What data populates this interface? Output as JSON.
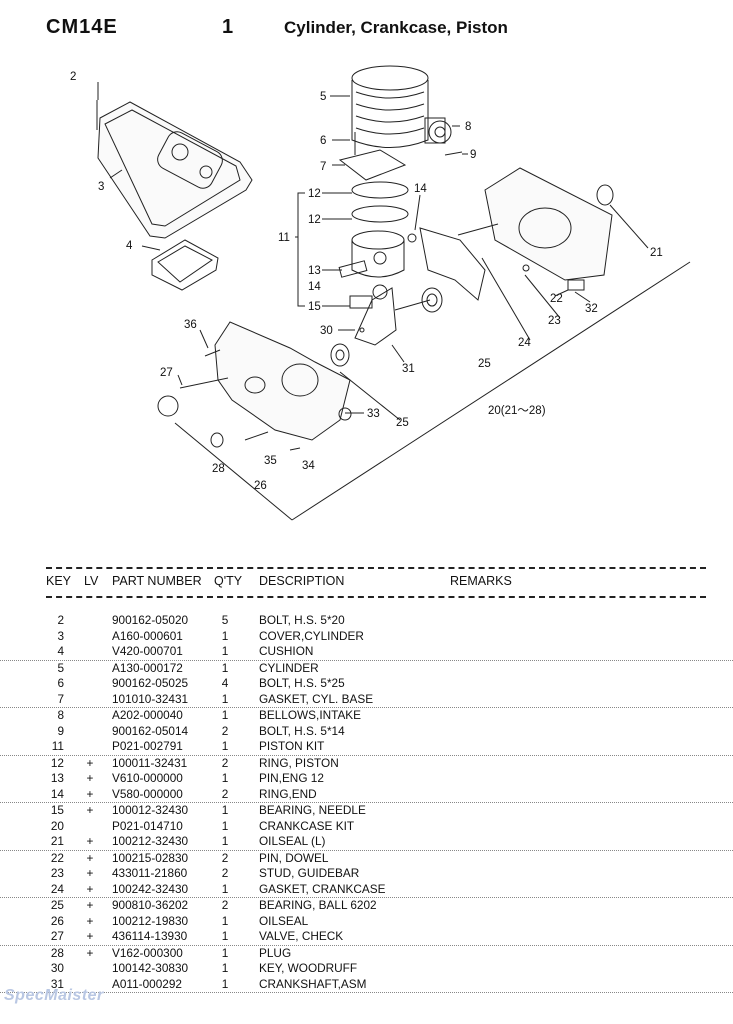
{
  "header": {
    "model": "CM14E",
    "section_number": "1",
    "section_title": "Cylinder, Crankcase, Piston"
  },
  "diagram": {
    "callouts": [
      "2",
      "3",
      "4",
      "5",
      "6",
      "7",
      "8",
      "9",
      "11",
      "12",
      "12",
      "13",
      "14",
      "14",
      "15",
      "21",
      "22",
      "32",
      "23",
      "24",
      "36",
      "30",
      "31",
      "25",
      "27",
      "33",
      "25",
      "20(21～28)",
      "28",
      "35",
      "34",
      "26"
    ]
  },
  "columns": {
    "key": "KEY",
    "lv": "LV",
    "part_number": "PART NUMBER",
    "qty": "Q'TY",
    "description": "DESCRIPTION",
    "remarks": "REMARKS"
  },
  "parts": [
    {
      "key": "2",
      "lv": "",
      "part": "900162-05020",
      "qty": "5",
      "desc": "BOLT, H.S.  5*20"
    },
    {
      "key": "3",
      "lv": "",
      "part": "A160-000601",
      "qty": "1",
      "desc": "COVER,CYLINDER"
    },
    {
      "key": "4",
      "lv": "",
      "part": "V420-000701",
      "qty": "1",
      "desc": "CUSHION"
    },
    {
      "key": "5",
      "lv": "",
      "part": "A130-000172",
      "qty": "1",
      "desc": "CYLINDER"
    },
    {
      "key": "6",
      "lv": "",
      "part": "900162-05025",
      "qty": "4",
      "desc": "BOLT, H.S.  5*25"
    },
    {
      "key": "7",
      "lv": "",
      "part": "101010-32431",
      "qty": "1",
      "desc": "GASKET, CYL. BASE"
    },
    {
      "key": "8",
      "lv": "",
      "part": "A202-000040",
      "qty": "1",
      "desc": "BELLOWS,INTAKE"
    },
    {
      "key": "9",
      "lv": "",
      "part": "900162-05014",
      "qty": "2",
      "desc": "BOLT, H.S.  5*14"
    },
    {
      "key": "11",
      "lv": "",
      "part": "P021-002791",
      "qty": "1",
      "desc": "PISTON KIT"
    },
    {
      "key": "12",
      "lv": "+",
      "part": "100011-32431",
      "qty": "2",
      "desc": "RING, PISTON"
    },
    {
      "key": "13",
      "lv": "+",
      "part": "V610-000000",
      "qty": "1",
      "desc": "PIN,ENG 12"
    },
    {
      "key": "14",
      "lv": "+",
      "part": "V580-000000",
      "qty": "2",
      "desc": "RING,END"
    },
    {
      "key": "15",
      "lv": "+",
      "part": "100012-32430",
      "qty": "1",
      "desc": "BEARING, NEEDLE"
    },
    {
      "key": "20",
      "lv": "",
      "part": "P021-014710",
      "qty": "1",
      "desc": "CRANKCASE KIT"
    },
    {
      "key": "21",
      "lv": "+",
      "part": "100212-32430",
      "qty": "1",
      "desc": "OILSEAL (L)"
    },
    {
      "key": "22",
      "lv": "+",
      "part": "100215-02830",
      "qty": "2",
      "desc": "PIN, DOWEL"
    },
    {
      "key": "23",
      "lv": "+",
      "part": "433011-21860",
      "qty": "2",
      "desc": "STUD, GUIDEBAR"
    },
    {
      "key": "24",
      "lv": "+",
      "part": "100242-32430",
      "qty": "1",
      "desc": "GASKET, CRANKCASE"
    },
    {
      "key": "25",
      "lv": "+",
      "part": "900810-36202",
      "qty": "2",
      "desc": "BEARING, BALL  6202"
    },
    {
      "key": "26",
      "lv": "+",
      "part": "100212-19830",
      "qty": "1",
      "desc": "OILSEAL"
    },
    {
      "key": "27",
      "lv": "+",
      "part": "436114-13930",
      "qty": "1",
      "desc": "VALVE, CHECK"
    },
    {
      "key": "28",
      "lv": "+",
      "part": "V162-000300",
      "qty": "1",
      "desc": "PLUG"
    },
    {
      "key": "30",
      "lv": "",
      "part": "100142-30830",
      "qty": "1",
      "desc": "KEY, WOODRUFF"
    },
    {
      "key": "31",
      "lv": "",
      "part": "A011-000292",
      "qty": "1",
      "desc": "CRANKSHAFT,ASM"
    }
  ],
  "watermark": "SpecMaister"
}
